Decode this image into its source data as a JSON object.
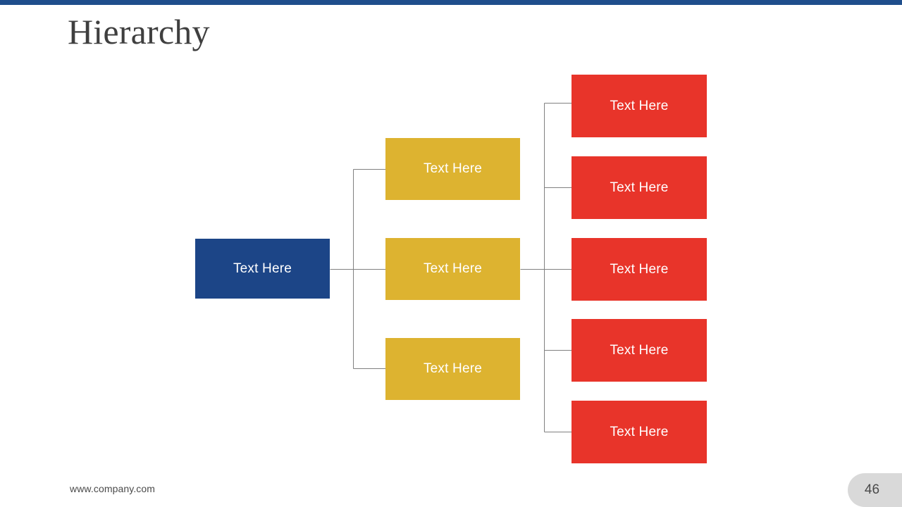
{
  "slide": {
    "title": "Hierarchy",
    "accent_bar_color": "#1F4E8C",
    "background_color": "#FFFFFF"
  },
  "diagram": {
    "type": "hierarchy-org-chart",
    "connector_color": "#808080",
    "root": {
      "label": "Text Here",
      "color": "#1C4587"
    },
    "level2": [
      {
        "label": "Text Here",
        "color": "#DDB330"
      },
      {
        "label": "Text Here",
        "color": "#DDB330"
      },
      {
        "label": "Text Here",
        "color": "#DDB330"
      }
    ],
    "level3": [
      {
        "label": "Text Here",
        "color": "#E8342A"
      },
      {
        "label": "Text Here",
        "color": "#E8342A"
      },
      {
        "label": "Text Here",
        "color": "#E8342A"
      },
      {
        "label": "Text Here",
        "color": "#E8342A"
      },
      {
        "label": "Text Here",
        "color": "#E8342A"
      }
    ]
  },
  "footer": {
    "url": "www.company.com",
    "page_number": "46",
    "badge_color": "#D9D9D9"
  }
}
